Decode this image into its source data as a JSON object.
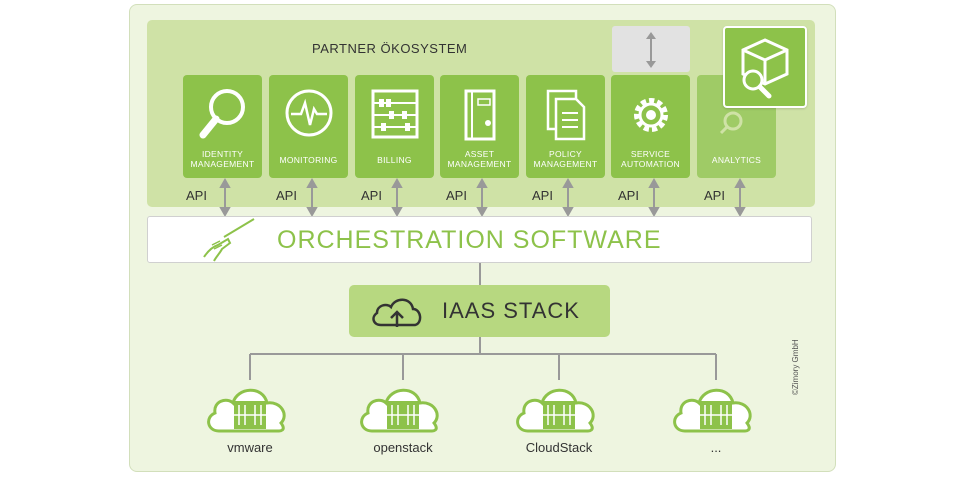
{
  "partner": {
    "title": "PARTNER ÖKOSYSTEM",
    "cards": [
      {
        "line1": "IDENTITY",
        "line2": "MANAGEMENT",
        "icon": "magnifier-icon"
      },
      {
        "line1": "MONITORING",
        "line2": "",
        "icon": "heartbeat-monitor-icon"
      },
      {
        "line1": "BILLING",
        "line2": "",
        "icon": "abacus-icon"
      },
      {
        "line1": "ASSET",
        "line2": "MANAGEMENT",
        "icon": "binder-icon"
      },
      {
        "line1": "POLICY",
        "line2": "MANAGEMENT",
        "icon": "documents-icon"
      },
      {
        "line1": "SERVICE",
        "line2": "AUTOMATION",
        "icon": "gear-icon"
      },
      {
        "line1": "ANALYTICS",
        "line2": "",
        "icon": "cube-magnifier-icon"
      }
    ],
    "api_label": "API"
  },
  "orchestration": {
    "label": "ORCHESTRATION SOFTWARE",
    "icon": "conductor-hand-icon"
  },
  "iaas": {
    "label": "IAAS STACK",
    "icon": "cloud-upload-icon"
  },
  "clouds": [
    {
      "label": "vmware",
      "icon": "cloud-server-icon"
    },
    {
      "label": "openstack",
      "icon": "cloud-server-icon"
    },
    {
      "label": "CloudStack",
      "icon": "cloud-server-icon"
    },
    {
      "label": "...",
      "icon": "cloud-server-icon"
    }
  ],
  "copyright": "©Zimory GmbH",
  "colors": {
    "green": "#8dc24a",
    "light_green": "#cfe2a6",
    "background": "#eef5e0"
  }
}
